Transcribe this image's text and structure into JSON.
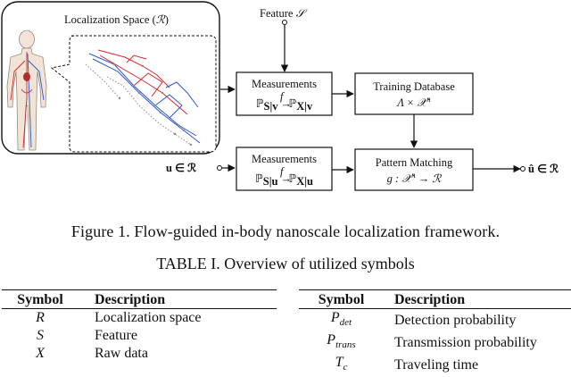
{
  "diagram": {
    "localization_space_title": "Localization Space (",
    "localization_space_symbol": "ℛ",
    "localization_space_close": ")",
    "feature_label": "Feature ",
    "feature_symbol": "𝒮",
    "measurements_label": "Measurements",
    "measurements_v_expr_left": "ℙ",
    "measurements_v_sub_left": "S|v",
    "measurements_v_f": "f",
    "measurements_v_expr_right": "ℙ",
    "measurements_v_sub_right": "X|v",
    "measurements_u_sub_left": "S|u",
    "measurements_u_sub_right": "X|u",
    "training_db_label": "Training Database",
    "training_db_expr": "Λ × 𝒳",
    "training_db_sup": "n",
    "pattern_matching_label": "Pattern Matching",
    "pattern_matching_expr": "g : 𝒳",
    "pattern_matching_sup": "n",
    "pattern_matching_expr_tail": " → ℛ",
    "input_label": "u ∈ ℛ",
    "output_label": "û ∈ ℛ"
  },
  "figure_caption": "Figure 1.  Flow-guided in-body nanoscale localization framework.",
  "table_caption": "TABLE I. Overview of utilized symbols",
  "table_left": {
    "headers": [
      "Symbol",
      "Description"
    ],
    "rows": [
      {
        "symbol": "R",
        "description": "Localization space"
      },
      {
        "symbol": "S",
        "description": "Feature"
      },
      {
        "symbol": "X",
        "description": "Raw data"
      }
    ]
  },
  "table_right": {
    "headers": [
      "Symbol",
      "Description"
    ],
    "rows": [
      {
        "symbol": "P",
        "symbol_sub": "det",
        "description": "Detection probability"
      },
      {
        "symbol": "P",
        "symbol_sub": "trans",
        "description": "Transmission probability"
      },
      {
        "symbol": "T",
        "symbol_sub": "c",
        "description": "Traveling time"
      }
    ]
  },
  "colors": {
    "ink": "#111111",
    "vessel_red": "#d9262b",
    "vessel_blue": "#2b56c8",
    "node_gray": "#8a8a8a"
  }
}
